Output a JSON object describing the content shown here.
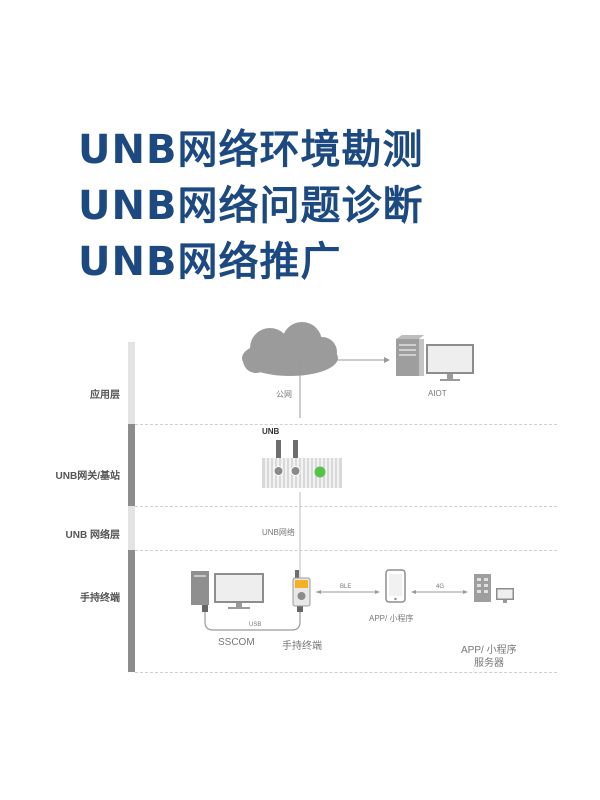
{
  "headlines": [
    "UNB网络环境勘测",
    "UNB网络问题诊断",
    "UNB网络推广"
  ],
  "layers": {
    "application": "应用层",
    "gateway": "UNB网关/基站",
    "network": "UNB 网络层",
    "terminal": "手持终端"
  },
  "labels": {
    "public_net": "公网",
    "aiot": "AIOT",
    "unb": "UNB",
    "unb_network": "UNB网络",
    "ble": "BLE",
    "four_g": "4G",
    "usb": "USB",
    "sscom": "SSCOM",
    "handheld": "手持终端",
    "app_mini": "APP/ 小程序",
    "app_mini_2": "APP/ 小程序",
    "server": "服务器"
  },
  "icons": [
    "cloud-icon",
    "server-tower-icon",
    "monitor-icon",
    "gateway-device-icon",
    "handheld-terminal-icon",
    "smartphone-icon",
    "server-cabinet-icon"
  ],
  "colors": {
    "headline": "#1c4a80",
    "rail_dark": "#8c8c8c",
    "rail_light": "#e3e3e3",
    "gateway_led": "#55c24a",
    "terminal_accent": "#f2b224"
  }
}
